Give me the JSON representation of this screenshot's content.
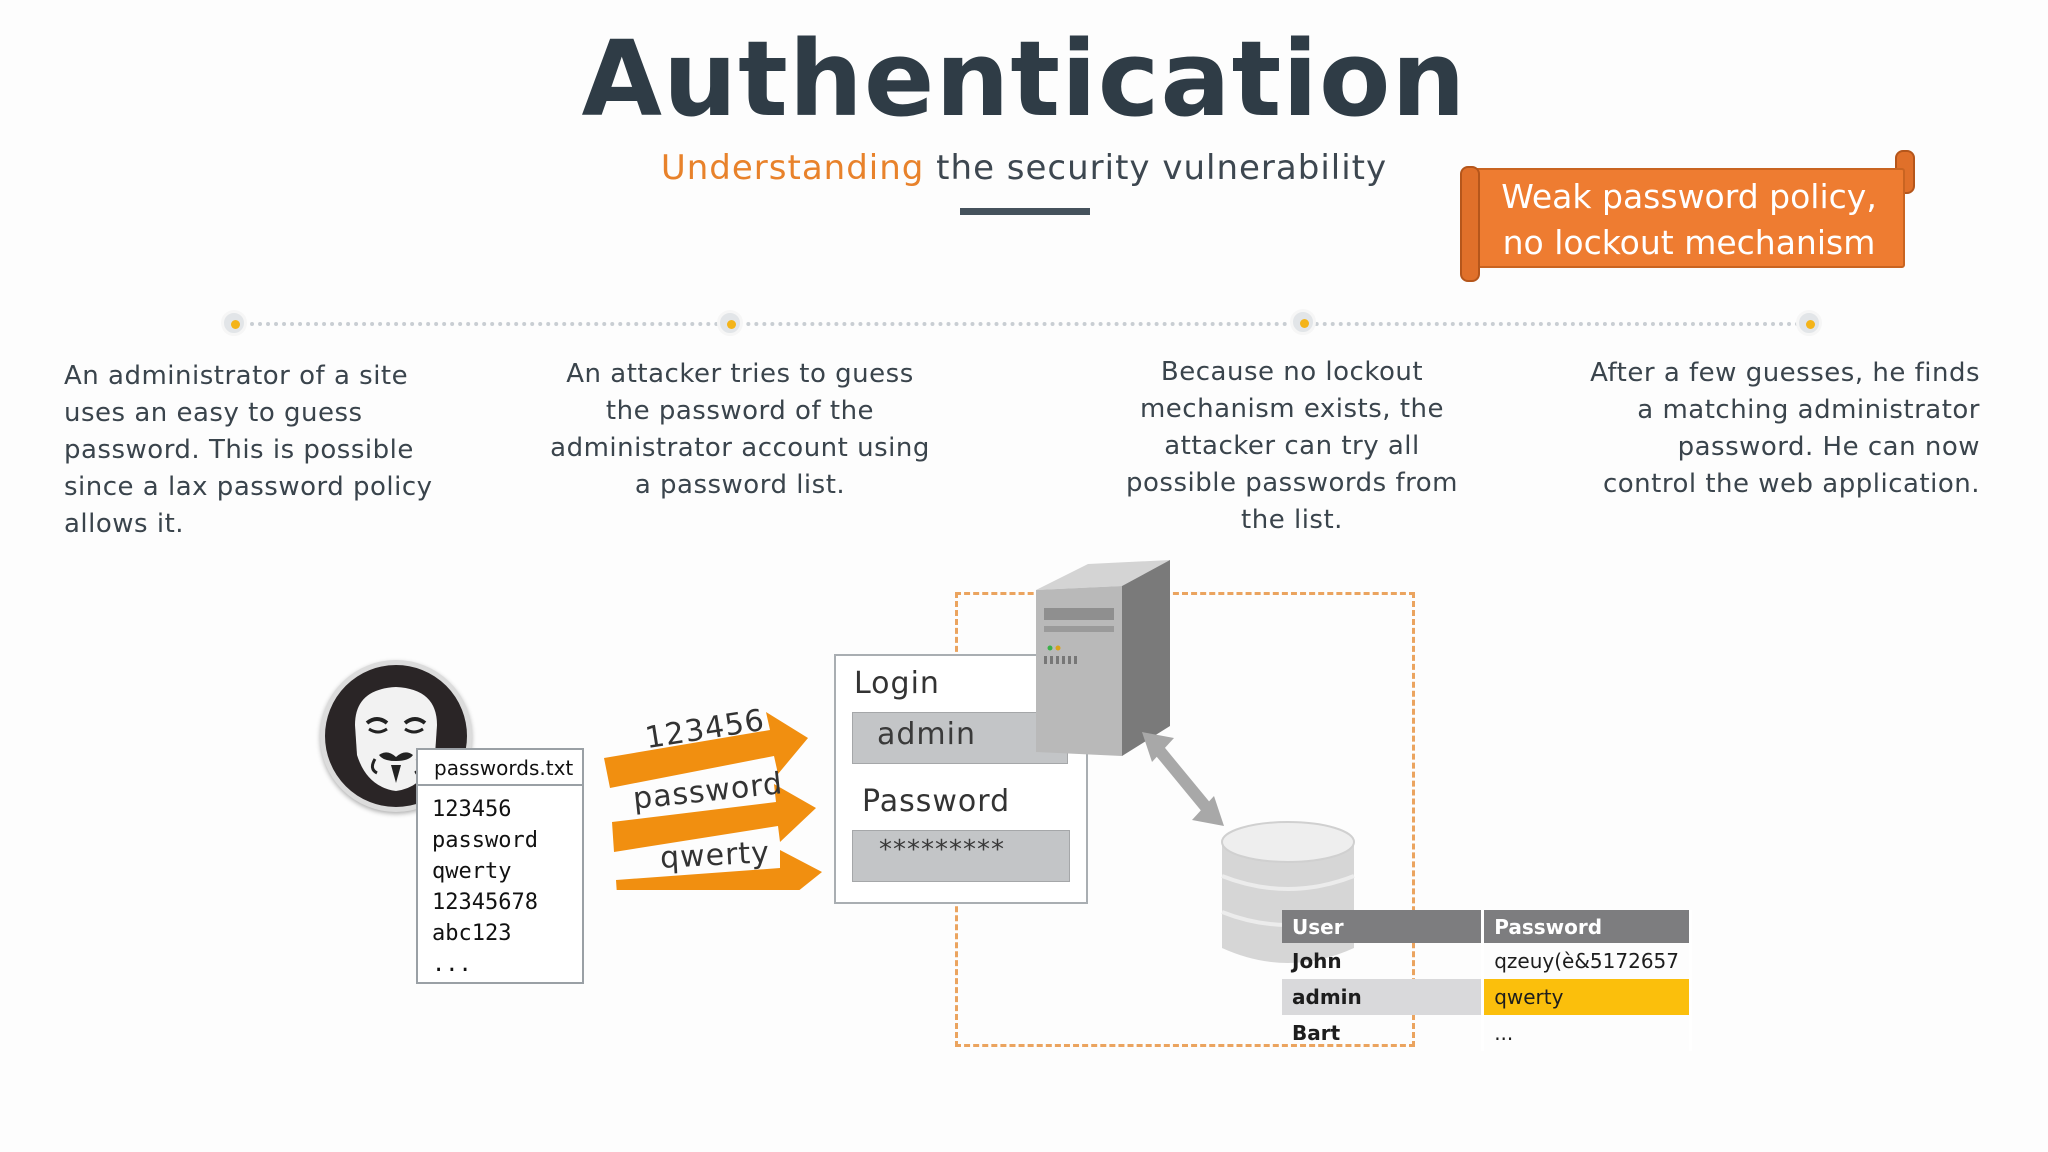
{
  "header": {
    "title": "Authentication",
    "subtitle_accent": "Understanding",
    "subtitle_rest": " the security vulnerability"
  },
  "banner": {
    "line1": "Weak password policy,",
    "line2": "no lockout mechanism"
  },
  "steps": [
    {
      "text": "An administrator of a site uses an easy to guess password. This is possible since a lax password policy allows it."
    },
    {
      "text": "An attacker tries to guess the password of the administrator account using a password list."
    },
    {
      "text": "Because no lockout mechanism exists, the attacker can try all possible passwords from the list."
    },
    {
      "text": "After a few guesses, he finds a matching administrator password. He can now control the web application."
    }
  ],
  "password_file": {
    "name": "passwords.txt",
    "entries": [
      "123456",
      "password",
      "qwerty",
      "12345678",
      "abc123",
      "..."
    ]
  },
  "attempts": [
    "123456",
    "password",
    "qwerty"
  ],
  "login_form": {
    "login_label": "Login",
    "login_value": "admin",
    "password_label": "Password",
    "password_value": "*********"
  },
  "db_table": {
    "headers": [
      "User",
      "Password"
    ],
    "rows": [
      {
        "user": "John",
        "password": "qzeuy(è&5172657",
        "highlight": false
      },
      {
        "user": "admin",
        "password": "qwerty",
        "highlight": true
      },
      {
        "user": "Bart",
        "password": "...",
        "highlight": false
      }
    ]
  },
  "colors": {
    "accent_orange": "#e8822b",
    "banner_orange": "#ee7c31",
    "arrow_orange": "#f18f10",
    "highlight_yellow": "#fbbf0c",
    "title_dark": "#2f3c46"
  },
  "icons": [
    "hacker-mask-icon",
    "server-icon",
    "database-icon",
    "bidirectional-arrow-icon"
  ]
}
